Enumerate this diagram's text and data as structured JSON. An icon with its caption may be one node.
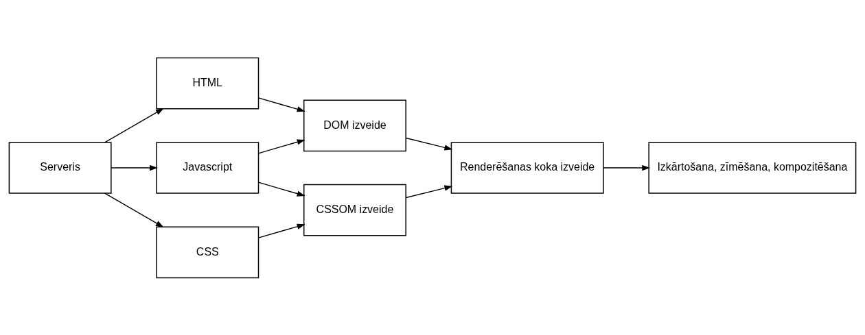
{
  "diagram": {
    "nodes": [
      {
        "text": [
          "Serveris"
        ]
      },
      {
        "text": [
          "HTML"
        ]
      },
      {
        "text": [
          "Javascript"
        ]
      },
      {
        "text": [
          "CSS"
        ]
      },
      {
        "text": [
          "DOM izveide"
        ]
      },
      {
        "text": [
          "CSSOM izveide"
        ]
      },
      {
        "text": [
          "Renderēšanas koka izveide"
        ]
      },
      {
        "text": [
          "Izkārtošana, zīmēšana, kompozitēšana"
        ]
      }
    ],
    "edges": [
      {
        "from": 0,
        "to": 1,
        "arrow": "to"
      },
      {
        "from": 0,
        "to": 2,
        "arrow": "to"
      },
      {
        "from": 0,
        "to": 3,
        "arrow": "to"
      },
      {
        "from": 1,
        "to": 4,
        "arrow": "to"
      },
      {
        "from": 2,
        "to": 4,
        "arrow": "to"
      },
      {
        "from": 2,
        "to": 5,
        "arrow": "to"
      },
      {
        "from": 3,
        "to": 5,
        "arrow": "to"
      },
      {
        "from": 4,
        "to": 6,
        "arrow": "to"
      },
      {
        "from": 5,
        "to": 6,
        "arrow": "to"
      },
      {
        "from": 6,
        "to": 7,
        "arrow": "to"
      }
    ]
  }
}
